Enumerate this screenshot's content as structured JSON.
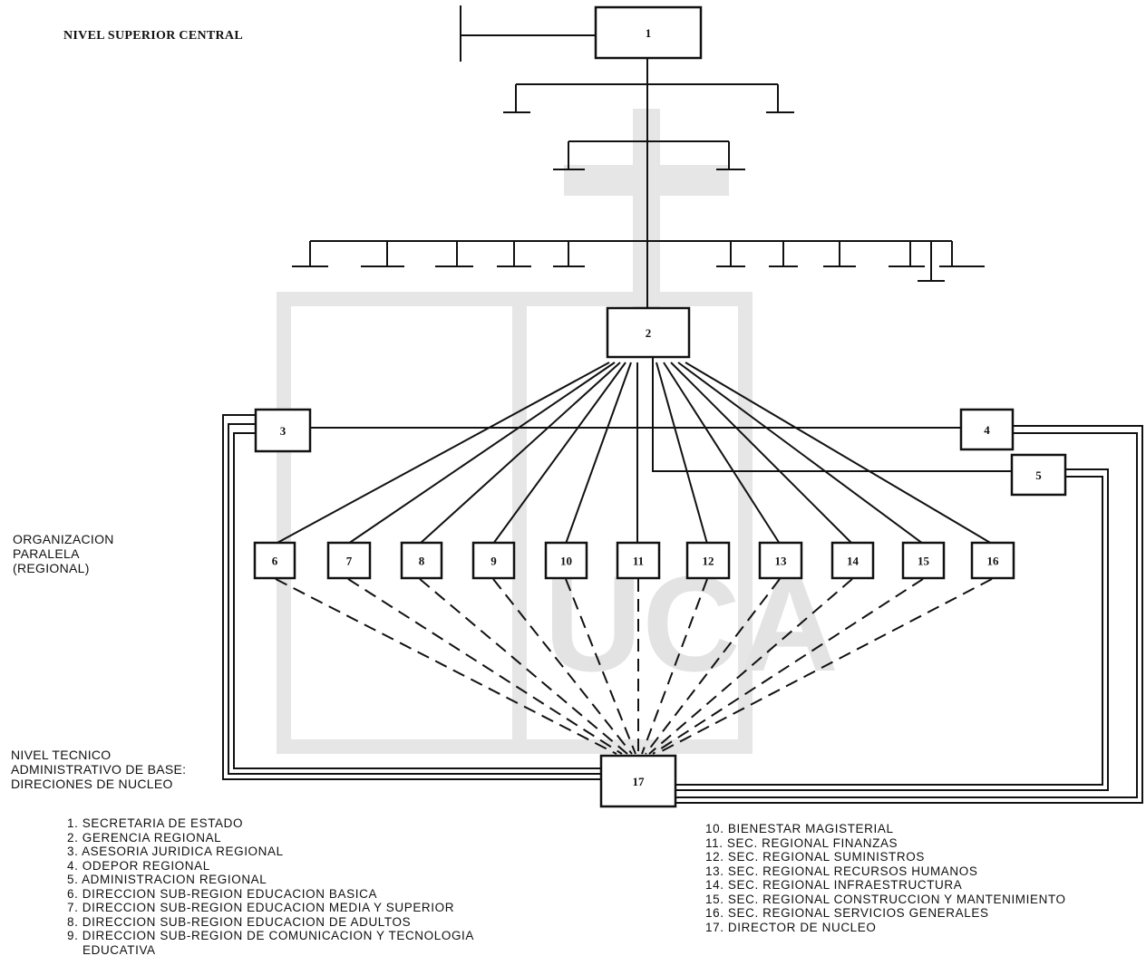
{
  "levels": {
    "top": "NIVEL SUPERIOR CENTRAL",
    "middle": [
      "ORGANIZACION",
      "PARALELA",
      "(REGIONAL)"
    ],
    "bottom": [
      "NIVEL TECNICO",
      "ADMINISTRATIVO DE BASE:",
      "DIRECIONES DE NUCLEO"
    ]
  },
  "boxes": [
    "1",
    "2",
    "3",
    "4",
    "5",
    "6",
    "7",
    "8",
    "9",
    "10",
    "11",
    "12",
    "13",
    "14",
    "15",
    "16",
    "17"
  ],
  "watermark": "UCA",
  "legend_left": [
    "1. SECRETARIA DE ESTADO",
    "2. GERENCIA REGIONAL",
    "3. ASESORIA JURIDICA REGIONAL",
    "4. ODEPOR REGIONAL",
    "5. ADMINISTRACION REGIONAL",
    "6. DIRECCION SUB-REGION EDUCACION BASICA",
    "7. DIRECCION SUB-REGION EDUCACION MEDIA Y SUPERIOR",
    "8. DIRECCION SUB-REGION EDUCACION DE ADULTOS",
    "9. DIRECCION SUB-REGION DE COMUNICACION Y TECNOLOGIA",
    "EDUCATIVA"
  ],
  "legend_right": [
    "10. BIENESTAR MAGISTERIAL",
    "11. SEC. REGIONAL FINANZAS",
    "12. SEC. REGIONAL SUMINISTROS",
    "13. SEC. REGIONAL RECURSOS HUMANOS",
    "14. SEC. REGIONAL INFRAESTRUCTURA",
    "15. SEC. REGIONAL CONSTRUCCION Y MANTENIMIENTO",
    "16. SEC. REGIONAL SERVICIOS GENERALES",
    "17. DIRECTOR DE NUCLEO"
  ]
}
